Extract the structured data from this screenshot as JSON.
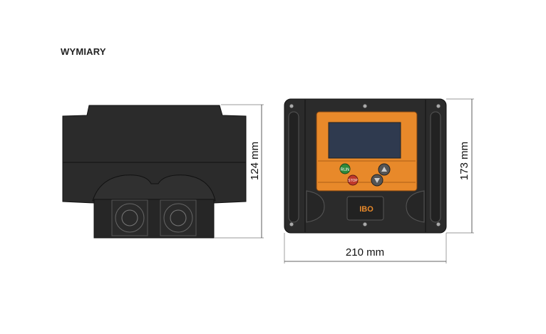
{
  "title": "WYMIARY",
  "side_view": {
    "height_label": "124 mm"
  },
  "front_view": {
    "height_label": "173 mm",
    "width_label": "210 mm",
    "buttons": {
      "run": "RUN",
      "stop": "STOP"
    },
    "logo": "IBO"
  },
  "colors": {
    "body": "#2b2b2b",
    "panel": "#e8892a",
    "screen": "#2f3a4f"
  }
}
